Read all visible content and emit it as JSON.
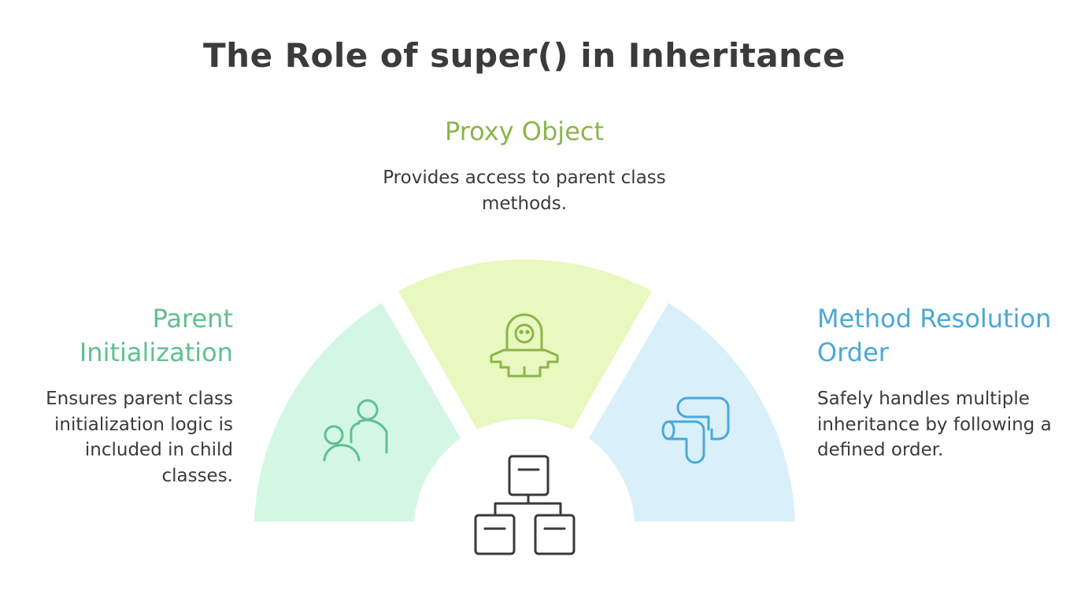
{
  "title": "The Role of super() in Inheritance",
  "segments": {
    "proxy": {
      "heading": "Proxy Object",
      "description": "Provides access to parent class methods.",
      "icon": "robot-icon",
      "color": "#8bb54a",
      "fill": "#e8f8bf"
    },
    "parent": {
      "heading": "Parent Initialization",
      "description": "Ensures parent class initialization logic is included in child classes.",
      "icon": "parent-child-icon",
      "color": "#5fc090",
      "fill": "#d4f7e4"
    },
    "mro": {
      "heading": "Method Resolution Order",
      "description": "Safely handles multiple inheritance by following a defined order.",
      "icon": "path-order-icon",
      "color": "#4aa8d8",
      "fill": "#d9f0fb"
    }
  },
  "center_icon": "hierarchy-icon"
}
